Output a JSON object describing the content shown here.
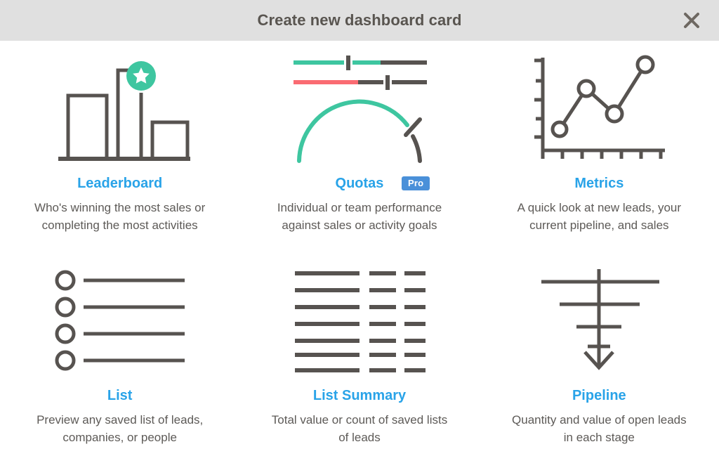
{
  "header": {
    "title": "Create new dashboard card",
    "close_icon": "close-icon",
    "background_color": "#e0e0e0",
    "title_color": "#595550"
  },
  "colors": {
    "accent_blue": "#29a3e8",
    "badge_blue": "#4a90d9",
    "icon_gray": "#575350",
    "icon_green": "#3ec6a0",
    "icon_red": "#fa6b72",
    "body_text": "#5d5a57",
    "page_background": "#ffffff"
  },
  "cards": [
    {
      "id": "leaderboard",
      "title": "Leaderboard",
      "icon": "bar-chart-star-icon",
      "desc_line1": "Who's winning the most sales or",
      "desc_line2": "completing the most activities",
      "badge": null
    },
    {
      "id": "quotas",
      "title": "Quotas",
      "icon": "gauge-progress-icon",
      "desc_line1": "Individual or team performance",
      "desc_line2": "against sales or activity goals",
      "badge": "Pro"
    },
    {
      "id": "metrics",
      "title": "Metrics",
      "icon": "line-chart-icon",
      "desc_line1": "A quick look at new leads, your",
      "desc_line2": "current pipeline, and sales",
      "badge": null
    },
    {
      "id": "list",
      "title": "List",
      "icon": "bulleted-list-icon",
      "desc_line1": "Preview any saved list of leads,",
      "desc_line2": "companies, or people",
      "badge": null
    },
    {
      "id": "list-summary",
      "title": "List Summary",
      "icon": "table-grid-icon",
      "desc_line1": "Total value or count of saved lists",
      "desc_line2": "of leads",
      "badge": null
    },
    {
      "id": "pipeline",
      "title": "Pipeline",
      "icon": "funnel-arrow-icon",
      "desc_line1": "Quantity and value of open leads",
      "desc_line2": "in each stage",
      "badge": null
    }
  ]
}
